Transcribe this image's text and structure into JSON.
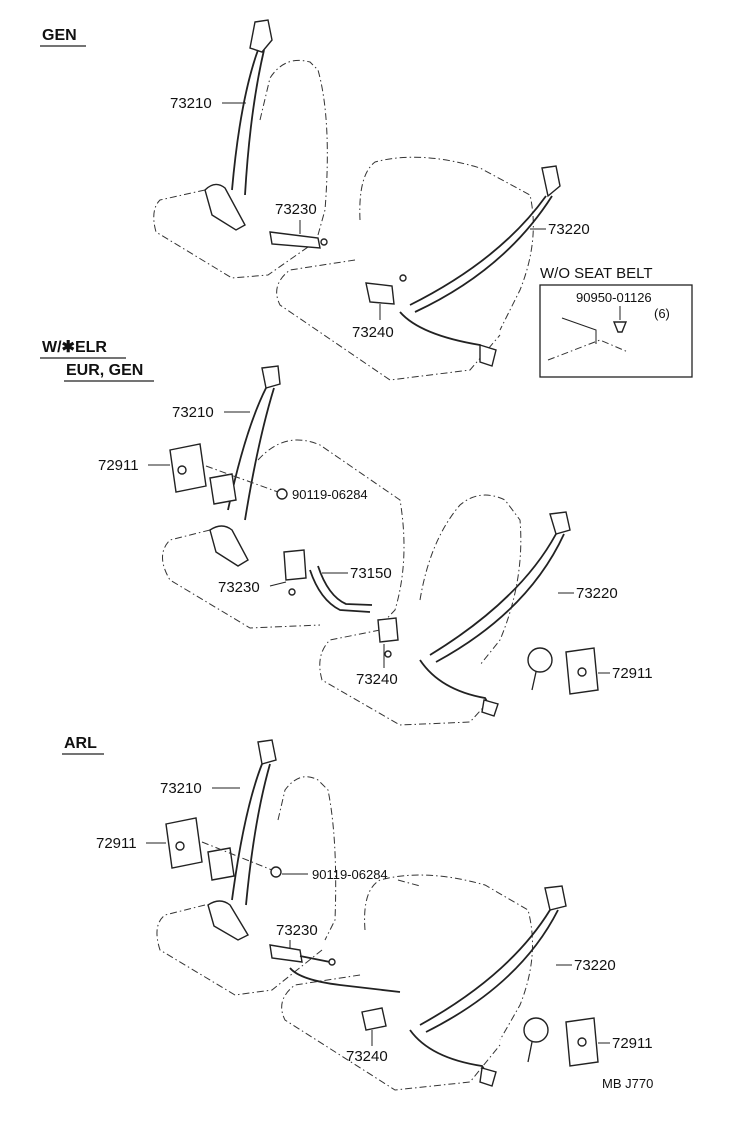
{
  "sections": [
    {
      "title": "GEN",
      "labels": [
        "73210",
        "73230",
        "73220",
        "73240"
      ]
    },
    {
      "title": "W/✱ELR",
      "subtitle": "EUR, GEN",
      "labels": [
        "73210",
        "72911",
        "90119-06284",
        "73230",
        "73150",
        "73240",
        "73220",
        "72911"
      ]
    },
    {
      "title": "ARL",
      "labels": [
        "73210",
        "72911",
        "90119-06284",
        "73230",
        "73240",
        "73220",
        "72911"
      ]
    }
  ],
  "inset": {
    "title": "W/O SEAT BELT",
    "part_number": "90950-01126",
    "quantity": "(6)"
  },
  "footer": {
    "code": "MB  J770"
  }
}
